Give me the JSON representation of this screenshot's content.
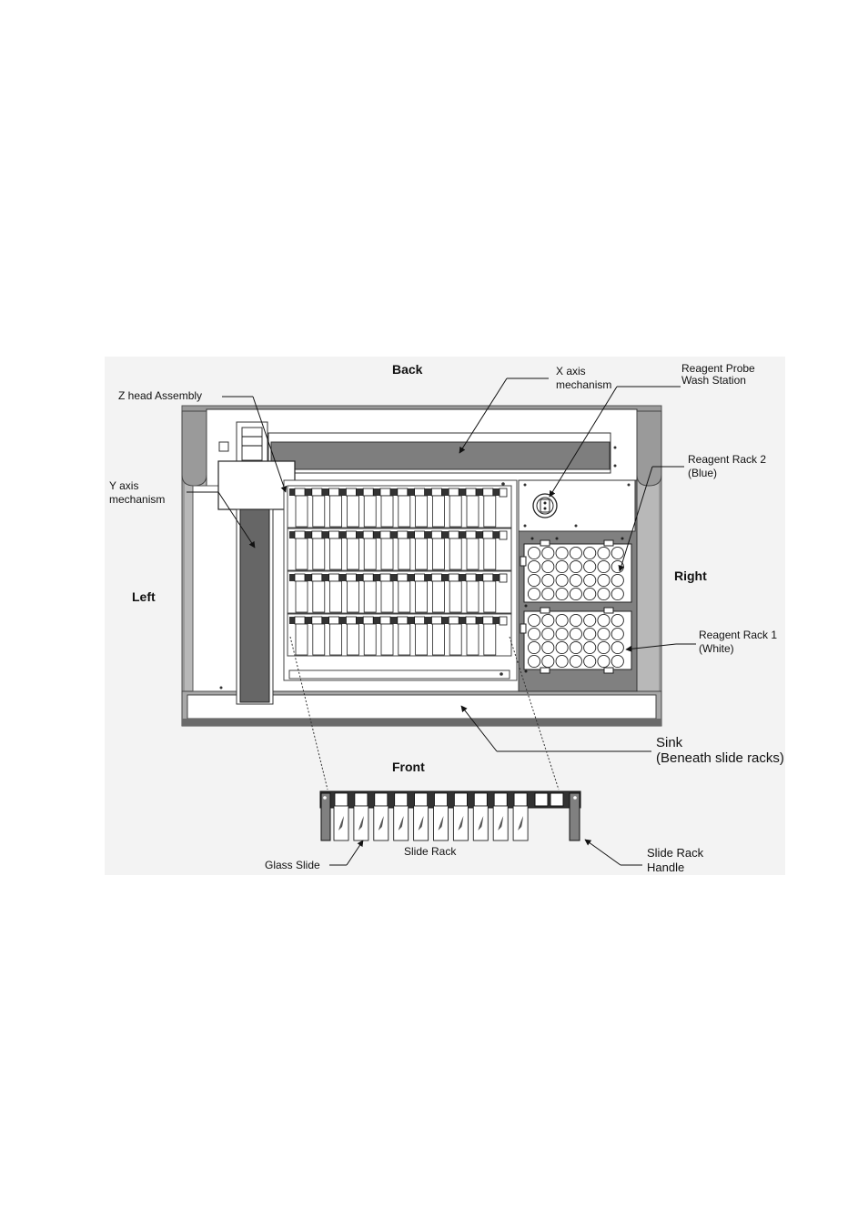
{
  "labels": {
    "back": "Back",
    "front": "Front",
    "left": "Left",
    "right": "Right",
    "x_axis_1": "X axis",
    "x_axis_2": "mechanism",
    "z_head": "Z head Assembly",
    "y_axis_1": "Y axis",
    "y_axis_2": "mechanism",
    "wash_1": "Reagent Probe",
    "wash_2": "Wash Station",
    "rack2_1": "Reagent Rack 2",
    "rack2_2": "(Blue)",
    "rack1_1": "Reagent Rack 1",
    "rack1_2": "(White)",
    "sink_1": "Sink",
    "sink_2": "(Beneath slide racks)",
    "glass_slide": "Glass Slide",
    "slide_rack": "Slide Rack",
    "handle_1": "Slide Rack",
    "handle_2": "Handle"
  },
  "colors": {
    "frame": "#9a9a9a",
    "frame_dark": "#6a6a6a",
    "bar": "#7e7e7e",
    "y_bar": "#666666",
    "reagent_panel": "#808080",
    "line": "#111111",
    "background": "#f3f3f3"
  },
  "counts": {
    "slide_rack_rows": 4,
    "slides_per_row": 12,
    "reagent_cols": 7,
    "reagent_rows": 4,
    "detail_slides": 10
  }
}
